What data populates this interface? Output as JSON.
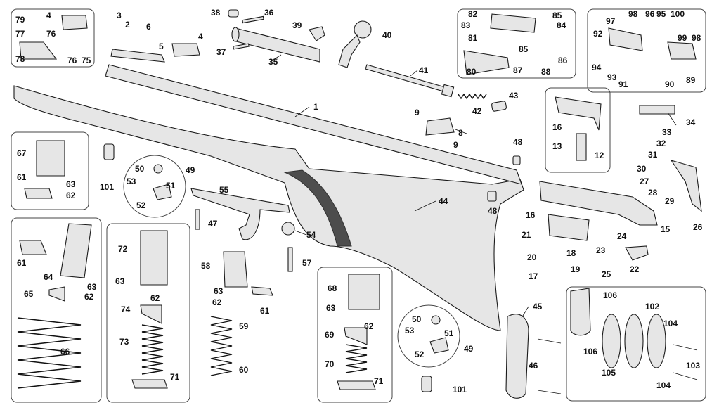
{
  "diagram": {
    "callouts": [
      "1",
      "2",
      "3",
      "4",
      "5",
      "6",
      "8",
      "9",
      "12",
      "13",
      "15",
      "16",
      "17",
      "18",
      "19",
      "20",
      "21",
      "22",
      "23",
      "24",
      "25",
      "26",
      "27",
      "28",
      "29",
      "30",
      "31",
      "32",
      "33",
      "34",
      "35",
      "36",
      "37",
      "38",
      "39",
      "40",
      "41",
      "42",
      "43",
      "44",
      "45",
      "46",
      "47",
      "48",
      "49",
      "50",
      "51",
      "52",
      "53",
      "54",
      "55",
      "57",
      "58",
      "59",
      "60",
      "61",
      "62",
      "63",
      "64",
      "65",
      "66",
      "67",
      "68",
      "69",
      "70",
      "71",
      "72",
      "73",
      "74",
      "75",
      "76",
      "77",
      "78",
      "79",
      "80",
      "81",
      "82",
      "83",
      "84",
      "85",
      "86",
      "87",
      "88",
      "89",
      "90",
      "91",
      "92",
      "93",
      "94",
      "95",
      "96",
      "97",
      "98",
      "99",
      "100",
      "101",
      "102",
      "103",
      "104",
      "105",
      "106"
    ]
  }
}
